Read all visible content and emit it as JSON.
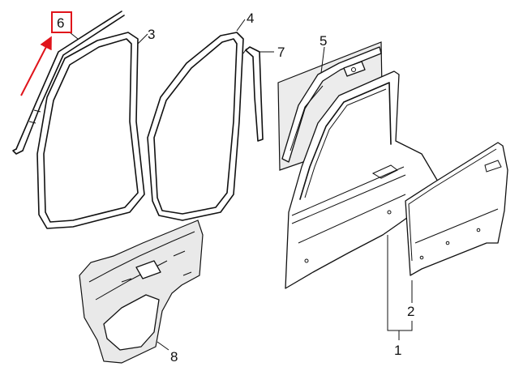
{
  "callouts": {
    "c1": "1",
    "c2": "2",
    "c3": "3",
    "c4": "4",
    "c5": "5",
    "c6": "6",
    "c7": "7",
    "c8": "8"
  },
  "highlight": {
    "label_ref": "6",
    "color": "#e0141b"
  }
}
